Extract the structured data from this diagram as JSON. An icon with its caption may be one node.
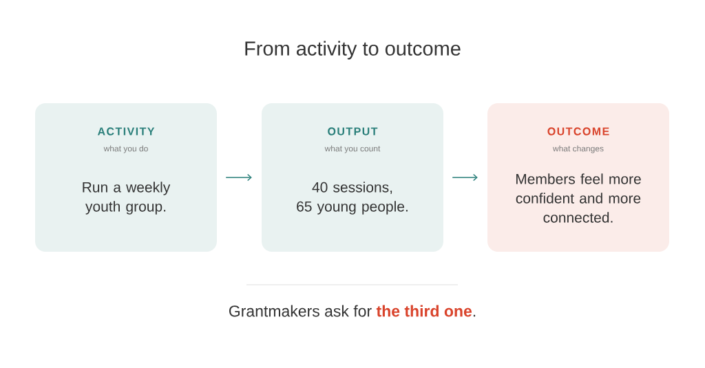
{
  "diagram": {
    "title": "From activity to outcome",
    "nodes": [
      {
        "text": [
          "ACTIVITY",
          "what you do",
          "Run a weekly youth group."
        ]
      },
      {
        "text": [
          "OUTPUT",
          "what you count",
          "40 sessions, 65 young people."
        ]
      },
      {
        "text": [
          "OUTCOME",
          "what changes",
          "Members feel more confident and more connected."
        ]
      }
    ],
    "edges": [
      {
        "from": 0,
        "to": 1,
        "arrow": "to"
      },
      {
        "from": 1,
        "to": 2,
        "arrow": "to"
      }
    ],
    "caption": "Grantmakers ask for **the third one**."
  }
}
